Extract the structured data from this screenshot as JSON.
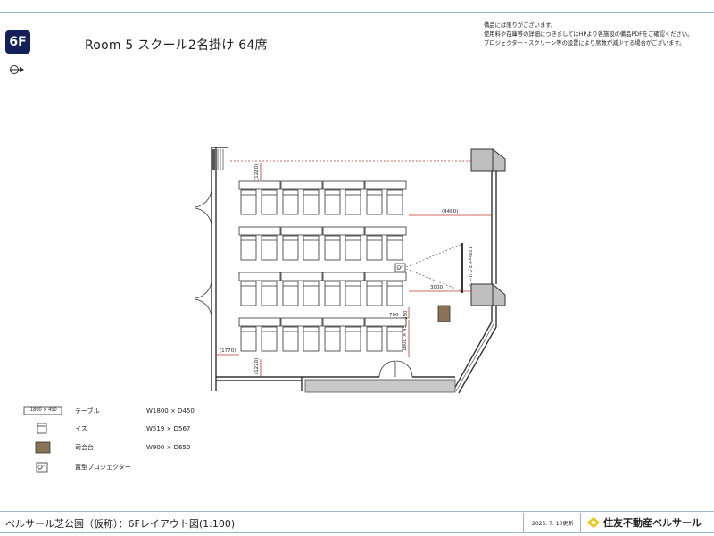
{
  "header": {
    "floor": "6F",
    "room_title": "Room 5 スクール2名掛け 64席",
    "notes": [
      "備品には限りがございます。",
      "使用料や在庫等の詳細につきましてはHPより各施設の備品PDFをご確認ください。",
      "プロジェクター・スクリーン等の設置により席数が減少する場合がございます。"
    ]
  },
  "plan": {
    "dimensions": {
      "front_gap": "(1220)",
      "stage_width": "(4480)",
      "projector_distance": "3000",
      "aisle_width": "700",
      "aisle_gap": "650",
      "table_size": "1800 × 450",
      "left_gap": "(1770)",
      "rear_gap": "(1220)"
    },
    "screen_label": "120inchスクリーン"
  },
  "legend": {
    "items": [
      {
        "symbol_text": "1800 × 450",
        "label": "テーブル",
        "dimension": "W1800 × D450"
      },
      {
        "symbol_text": "",
        "label": "イス",
        "dimension": "W519 × D567"
      },
      {
        "symbol_text": "",
        "label": "司会台",
        "dimension": "W900 × D650"
      },
      {
        "symbol_text": "",
        "label": "置型プロジェクター",
        "dimension": ""
      }
    ]
  },
  "footer": {
    "title": "ベルサール芝公園（仮称）：6Fレイアウト図(1:100)",
    "updated": "2025. 7. 10更新",
    "brand": "住友不動産ベルサール"
  },
  "colors": {
    "navy": "#13205a",
    "dimension_red": "#c0392b",
    "podium": "#8a7356",
    "rule_blue": "#9fb6c6",
    "brand_yellow": "#f2c200"
  }
}
